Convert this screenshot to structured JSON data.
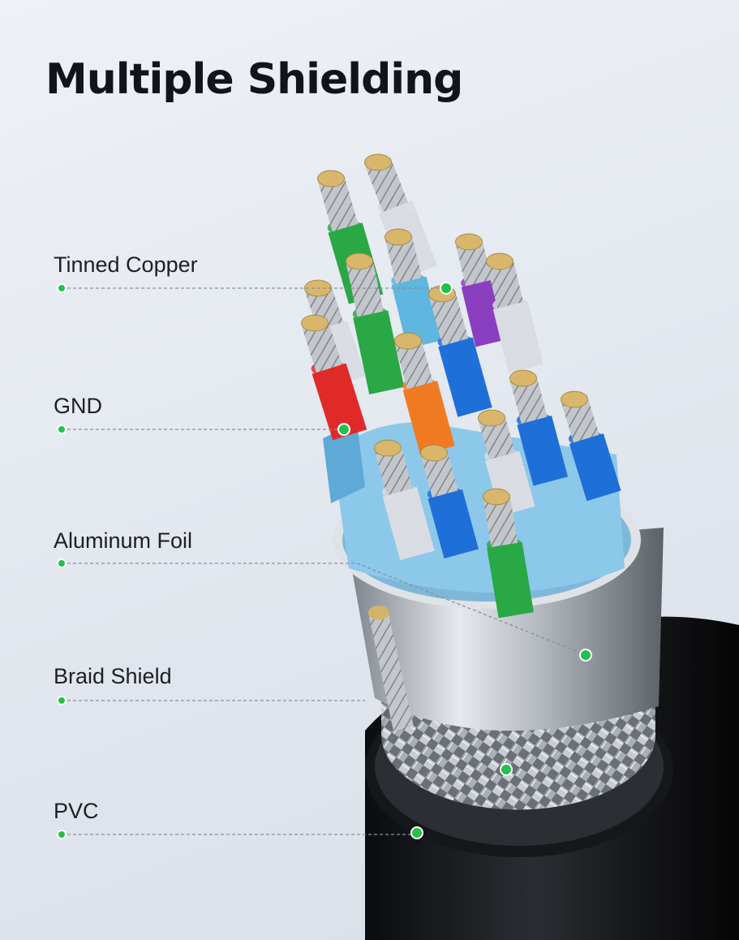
{
  "title": "Multiple Shielding",
  "accent_color": "#23c04a",
  "callouts": [
    {
      "label": "Tinned Copper"
    },
    {
      "label": "GND"
    },
    {
      "label": "Aluminum Foil"
    },
    {
      "label": "Braid Shield"
    },
    {
      "label": "PVC"
    }
  ],
  "wire_colors": [
    "#2aa845",
    "#d9dde3",
    "#8a3fc0",
    "#e02a2a",
    "#1f6fd8",
    "#5fb6de",
    "#f07a22"
  ]
}
